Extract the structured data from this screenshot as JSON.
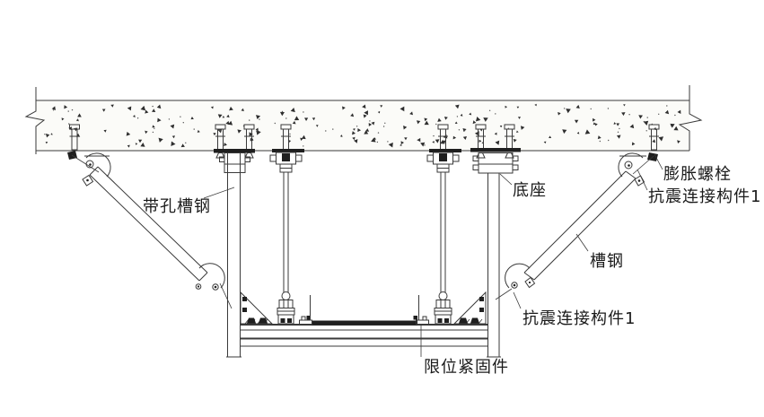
{
  "diagram": {
    "labels": {
      "perforated_channel": "带孔槽钢",
      "base": "底座",
      "expansion_bolt": "膨胀螺栓",
      "seismic_connector_upper": "抗震连接构件1",
      "channel_steel": "槽钢",
      "seismic_connector_lower": "抗震连接构件1",
      "limit_fastener": "限位紧固件"
    },
    "colors": {
      "line": "#3a3a3a",
      "text": "#1a1a1a",
      "filled_parts": "#1f1f1f",
      "background": "#ffffff",
      "concrete_fill": "#fbfbf8"
    }
  }
}
